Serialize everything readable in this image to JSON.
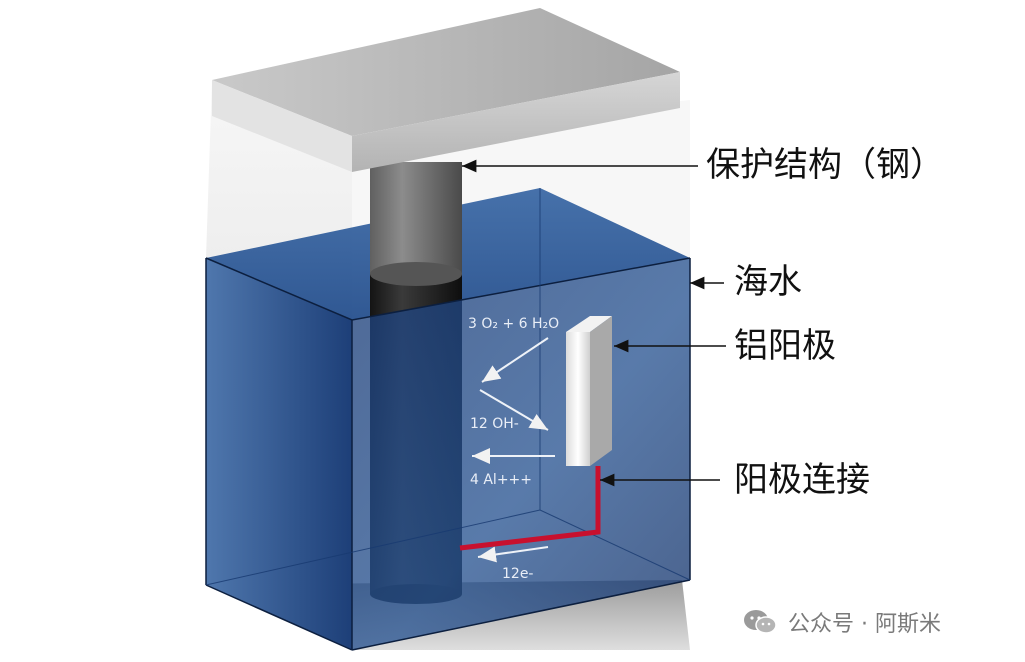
{
  "labels": {
    "protective_structure": "保护结构（钢）",
    "seawater": "海水",
    "aluminum_anode": "铝阳极",
    "anode_connection": "阳极连接"
  },
  "reactions": {
    "oxygen_water": "3 O₂ + 6 H₂O",
    "hydroxide": "12 OH-",
    "aluminum_ions": "4 Al+++",
    "electrons": "12e-"
  },
  "watermark": {
    "text": "公众号 · 阿斯米",
    "icon": "wechat-icon"
  },
  "colors": {
    "water": "#1f4a86",
    "wire": "#c8102e",
    "steel": "#7d7d7d"
  }
}
